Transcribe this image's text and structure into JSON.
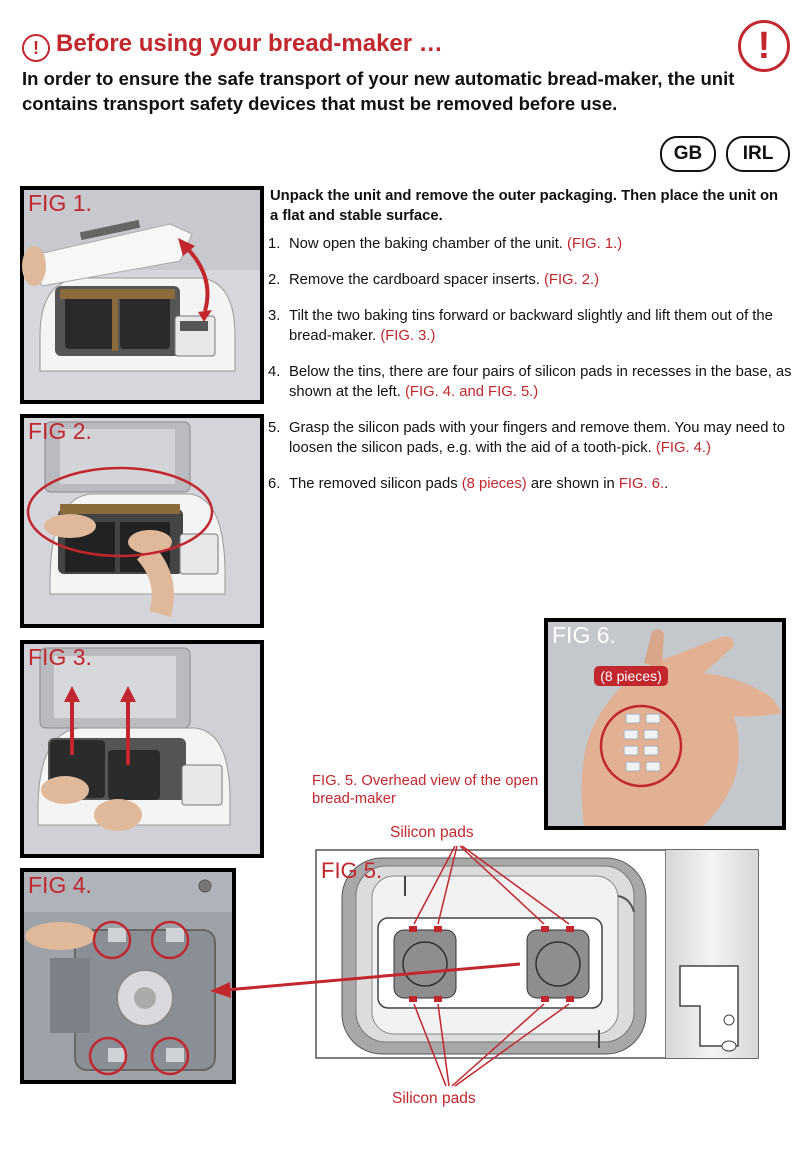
{
  "header": {
    "title": "Before using your bread-maker …",
    "title_icon": "exclamation-circle-icon",
    "intro": "In order to ensure the safe transport of your new automatic bread-maker, the unit contains transport safety devices that must be removed before use.",
    "warning_icon": "!",
    "countries": [
      "GB",
      "IRL"
    ]
  },
  "figures": {
    "fig1": "FIG 1.",
    "fig2": "FIG 2.",
    "fig3": "FIG 3.",
    "fig4": "FIG 4.",
    "fig5": "FIG 5.",
    "fig6": "FIG 6.",
    "fig6_badge": "(8 pieces)"
  },
  "instructions": {
    "intro": "Unpack the unit and remove the outer packaging. Then place the unit on a flat and stable surface.",
    "steps": [
      {
        "num": "1.",
        "text": "Now open the baking chamber of the unit.",
        "ref": "(FIG. 1.)"
      },
      {
        "num": "2.",
        "text": "Remove the cardboard spacer inserts.",
        "ref": "(FIG. 2.)"
      },
      {
        "num": "3.",
        "text": "Tilt the two baking tins forward or backward slightly and lift them out of the bread-maker.",
        "ref": "(FIG. 3.)"
      },
      {
        "num": "4.",
        "text": "Below the tins, there are four pairs of silicon pads in recesses in the base, as shown at the left.",
        "ref": "(FIG. 4. and FIG. 5.)"
      },
      {
        "num": "5.",
        "text": "Grasp the silicon pads with your fingers and remove them. You may need to loosen the silicon pads, e.g. with the aid of a tooth-pick.",
        "ref": "(FIG. 4.)"
      },
      {
        "num": "6.",
        "text_before": "The removed silicon pads",
        "highlight": "(8 pieces)",
        "text_middle": "are shown in",
        "ref": "FIG. 6.",
        "text_after": "."
      }
    ]
  },
  "diagram": {
    "caption": "FIG. 5. Overhead view of the open bread-maker",
    "label_top": "Silicon pads",
    "label_bottom": "Silicon pads"
  },
  "colors": {
    "accent_red": "#c1272d",
    "text": "#111111"
  }
}
